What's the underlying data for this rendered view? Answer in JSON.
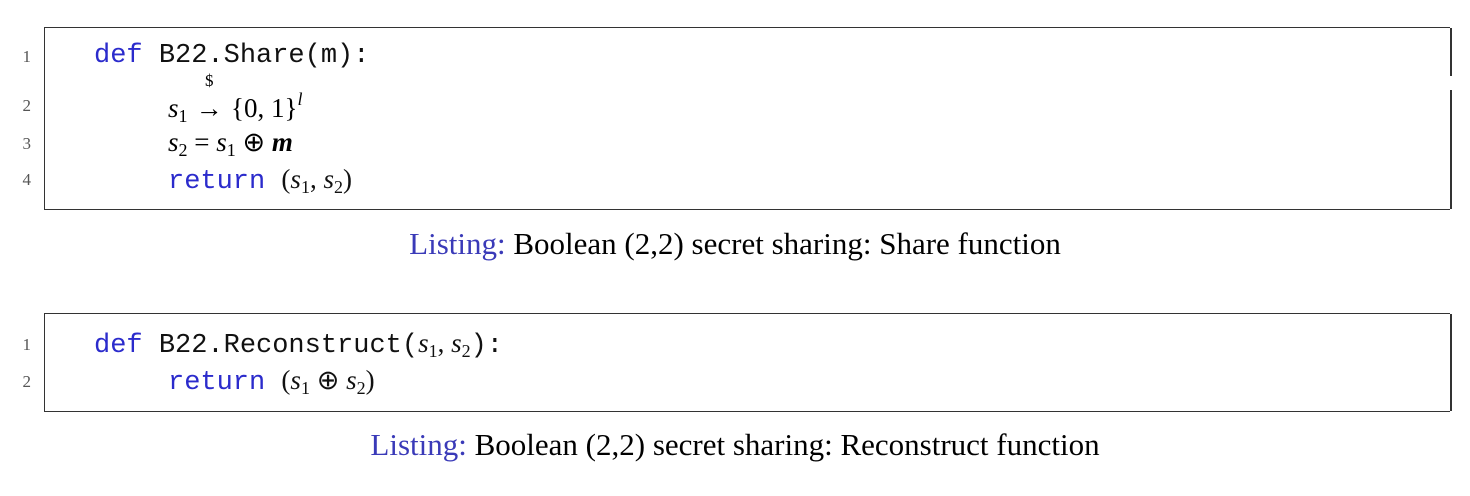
{
  "listings": [
    {
      "lines": [
        {
          "num": "1",
          "def_kw": "def",
          "text": "B22.Share(m):"
        },
        {
          "num": "2",
          "lhs": "s",
          "lhs_sub": "1",
          "arrow_label": "$",
          "set": "{0, 1}",
          "set_sup": "l"
        },
        {
          "num": "3",
          "lhs": "s",
          "lhs_sub": "2",
          "eq": "=",
          "a": "s",
          "a_sub": "1",
          "op": "⊕",
          "b": "m"
        },
        {
          "num": "4",
          "return_kw": "return",
          "open": "(",
          "x": "s",
          "x_sub": "1",
          "comma": ",",
          "y": "s",
          "y_sub": "2",
          "close": ")"
        }
      ],
      "caption_label": "Listing:",
      "caption_text": "Boolean (2,2) secret sharing: Share function"
    },
    {
      "lines": [
        {
          "num": "1",
          "def_kw": "def",
          "text": "B22.Reconstruct(",
          "arg1": "s",
          "arg1_sub": "1",
          "comma": ",",
          "arg2": "s",
          "arg2_sub": "2",
          "close": "):"
        },
        {
          "num": "2",
          "return_kw": "return",
          "open": "(",
          "x": "s",
          "x_sub": "1",
          "op": "⊕",
          "y": "s",
          "y_sub": "2",
          "close": ")"
        }
      ],
      "caption_label": "Listing:",
      "caption_text": "Boolean (2,2) secret sharing: Reconstruct function"
    }
  ]
}
